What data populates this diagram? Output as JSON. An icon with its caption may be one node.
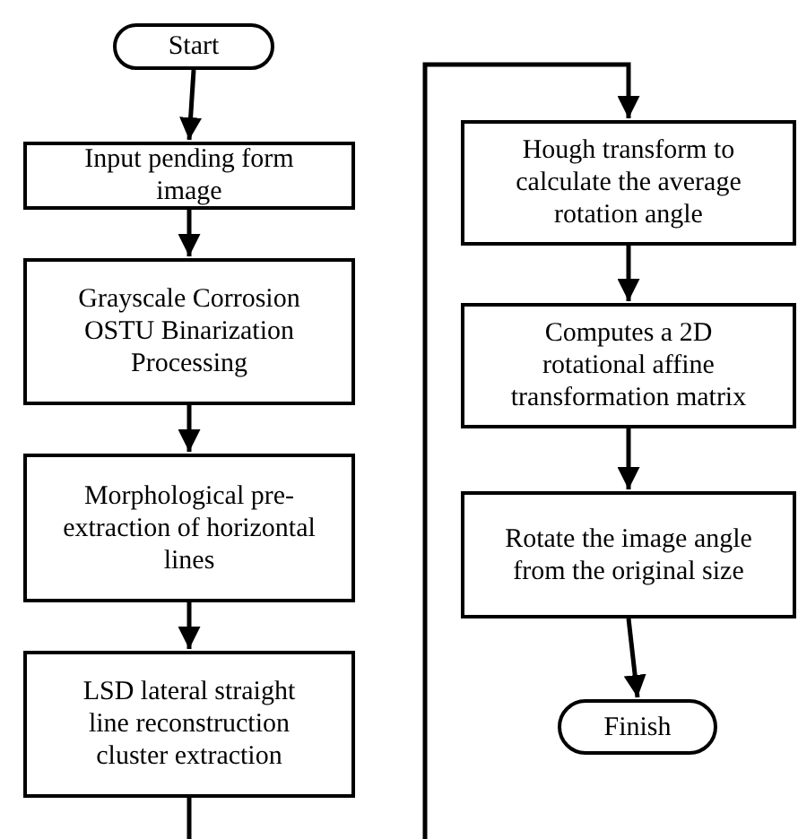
{
  "diagram": {
    "nodes": [
      {
        "text": [
          "Start"
        ]
      },
      {
        "text": [
          "Input pending form image"
        ]
      },
      {
        "text": [
          "Grayscale Corrosion OSTU Binarization Processing"
        ]
      },
      {
        "text": [
          "Morphological pre-extraction of horizontal lines"
        ]
      },
      {
        "text": [
          "LSD lateral straight line reconstruction cluster extraction"
        ]
      },
      {
        "text": [
          "Hough transform to calculate the average rotation angle"
        ]
      },
      {
        "text": [
          "Computes a 2D rotational affine transformation matrix"
        ]
      },
      {
        "text": [
          "Rotate the image angle from the original size"
        ]
      },
      {
        "text": [
          "Finish"
        ]
      }
    ],
    "edges": [
      {
        "from": 0,
        "to": 1,
        "arrow": "to"
      },
      {
        "from": 1,
        "to": 2,
        "arrow": "to"
      },
      {
        "from": 2,
        "to": 3,
        "arrow": "to"
      },
      {
        "from": 3,
        "to": 4,
        "arrow": "to"
      },
      {
        "from": 4,
        "to": null,
        "arrow": "none"
      },
      {
        "from": null,
        "to": 5,
        "arrow": "to"
      },
      {
        "from": 5,
        "to": 6,
        "arrow": "to"
      },
      {
        "from": 6,
        "to": 7,
        "arrow": "to"
      },
      {
        "from": 7,
        "to": 8,
        "arrow": "to"
      }
    ]
  }
}
